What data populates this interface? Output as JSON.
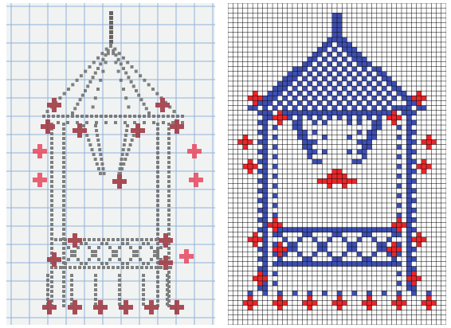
{
  "panels": [
    {
      "id": "photo",
      "label": ""
    },
    {
      "id": "chart",
      "label": ""
    }
  ],
  "colors": {
    "paper": "#f1f3f2",
    "photo_grid": "#8fb2d9",
    "pencil": "#6b6b6b",
    "pencil_dark": "#4d4d4d",
    "photo_red": "#9c2f3b",
    "photo_pink": "#e8475f",
    "chart_grid": "#000000",
    "chart_blue": "#3d4eb0",
    "chart_red": "#e8272a",
    "background": "#ffffff"
  },
  "chart": {
    "cols": 44,
    "rows": 66,
    "fill_colors": [
      "blue",
      "red"
    ]
  }
}
